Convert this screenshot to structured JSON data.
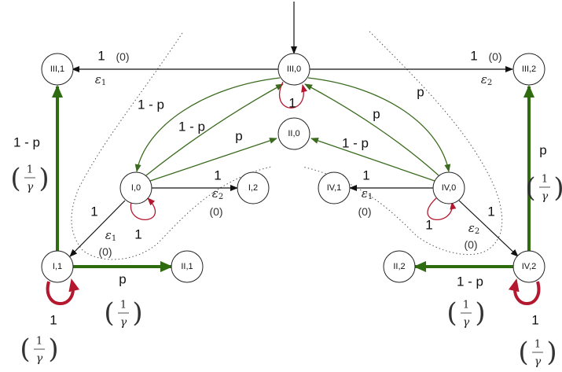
{
  "nodes": {
    "III0": "III,0",
    "III1": "III,1",
    "III2": "III,2",
    "I0": "I,0",
    "II0": "II,0",
    "IV0": "IV,0",
    "I2": "I,2",
    "IV1": "IV,1",
    "I1": "I,1",
    "II1": "II,1",
    "II2": "II,2",
    "IV2": "IV,2"
  },
  "labels": {
    "III0_III1": "1",
    "III0_III1_sub": "(0)",
    "III0_III1_eps": "ε1",
    "III0_III2": "1",
    "III0_III2_sub": "(0)",
    "III0_III2_eps": "ε2",
    "III0_I0": "1 - p",
    "I0_III0": "1 - p",
    "I0_II0": "p",
    "III0_IV0": "p",
    "IV0_III0": "p",
    "IV0_II0": "1 - p",
    "III0_self": "1",
    "I0_I2": "1",
    "I0_I2_eps": "ε2",
    "I0_I2_sub": "(0)",
    "IV0_IV1": "1",
    "IV0_IV1_eps": "ε1",
    "IV0_IV1_sub": "(0)",
    "I0_I1": "1",
    "I0_I1_eps": "ε1",
    "I0_I1_sub": "(0)",
    "I0_self": "1",
    "IV0_IV2": "1",
    "IV0_IV2_eps": "ε2",
    "IV0_IV2_sub": "(0)",
    "IV0_self": "1",
    "I1_III1": "1 - p",
    "I1_III1_frac": "(1/γ)",
    "I1_II1": "p",
    "I1_II1_frac": "(1/γ)",
    "I1_self": "1",
    "I1_self_frac": "(1/γ)",
    "IV2_III2": "p",
    "IV2_III2_frac": "(1/γ)",
    "IV2_II2": "1 - p",
    "IV2_II2_frac": "(1/γ)",
    "IV2_self": "1",
    "IV2_self_frac": "(1/γ)"
  },
  "frac_numerator": "1",
  "frac_denominator": "γ",
  "colors": {
    "thin_green": "#3a6b1e",
    "thick_green": "#2f6b0f",
    "red": "#b3182f",
    "black": "#111111"
  }
}
